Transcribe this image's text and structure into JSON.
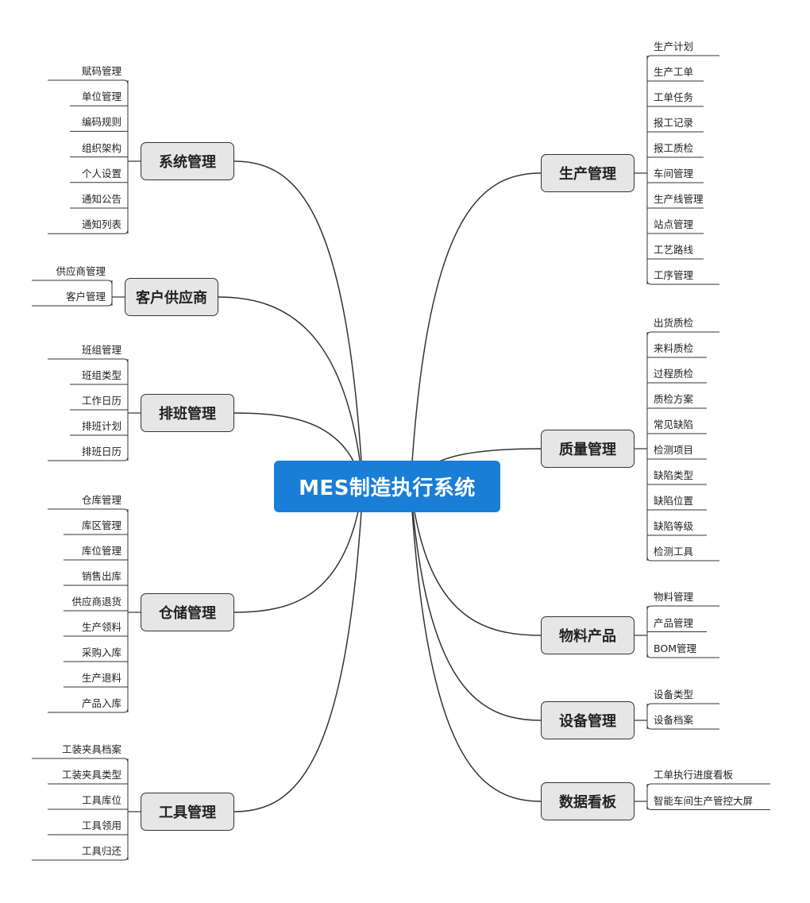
{
  "center": {
    "label": "MES制造执行系统",
    "color": "#1a7ed6"
  },
  "colors": {
    "line": "#333333",
    "node_fill": "#e6e6e6"
  },
  "branches": {
    "system": {
      "label": "系统管理",
      "side": "left",
      "items": [
        "赋码管理",
        "单位管理",
        "编码规则",
        "组织架构",
        "个人设置",
        "通知公告",
        "通知列表"
      ]
    },
    "customer": {
      "label": "客户供应商",
      "side": "left",
      "items": [
        "供应商管理",
        "客户管理"
      ]
    },
    "shift": {
      "label": "排班管理",
      "side": "left",
      "items": [
        "班组管理",
        "班组类型",
        "工作日历",
        "排班计划",
        "排班日历"
      ]
    },
    "warehouse": {
      "label": "仓储管理",
      "side": "left",
      "items": [
        "仓库管理",
        "库区管理",
        "库位管理",
        "销售出库",
        "供应商退货",
        "生产领料",
        "采购入库",
        "生产退料",
        "产品入库"
      ]
    },
    "tools": {
      "label": "工具管理",
      "side": "left",
      "items": [
        "工装夹具档案",
        "工装夹具类型",
        "工具库位",
        "工具领用",
        "工具归还"
      ]
    },
    "production": {
      "label": "生产管理",
      "side": "right",
      "items": [
        "生产计划",
        "生产工单",
        "工单任务",
        "报工记录",
        "报工质检",
        "车间管理",
        "生产线管理",
        "站点管理",
        "工艺路线",
        "工序管理"
      ]
    },
    "quality": {
      "label": "质量管理",
      "side": "right",
      "items": [
        "出货质检",
        "来料质检",
        "过程质检",
        "质检方案",
        "常见缺陷",
        "检测项目",
        "缺陷类型",
        "缺陷位置",
        "缺陷等级",
        "检测工具"
      ]
    },
    "material": {
      "label": "物料产品",
      "side": "right",
      "items": [
        "物料管理",
        "产品管理",
        "BOM管理"
      ]
    },
    "equipment": {
      "label": "设备管理",
      "side": "right",
      "items": [
        "设备类型",
        "设备档案"
      ]
    },
    "dashboard": {
      "label": "数据看板",
      "side": "right",
      "items": [
        "工单执行进度看板",
        "智能车间生产管控大屏"
      ]
    }
  }
}
